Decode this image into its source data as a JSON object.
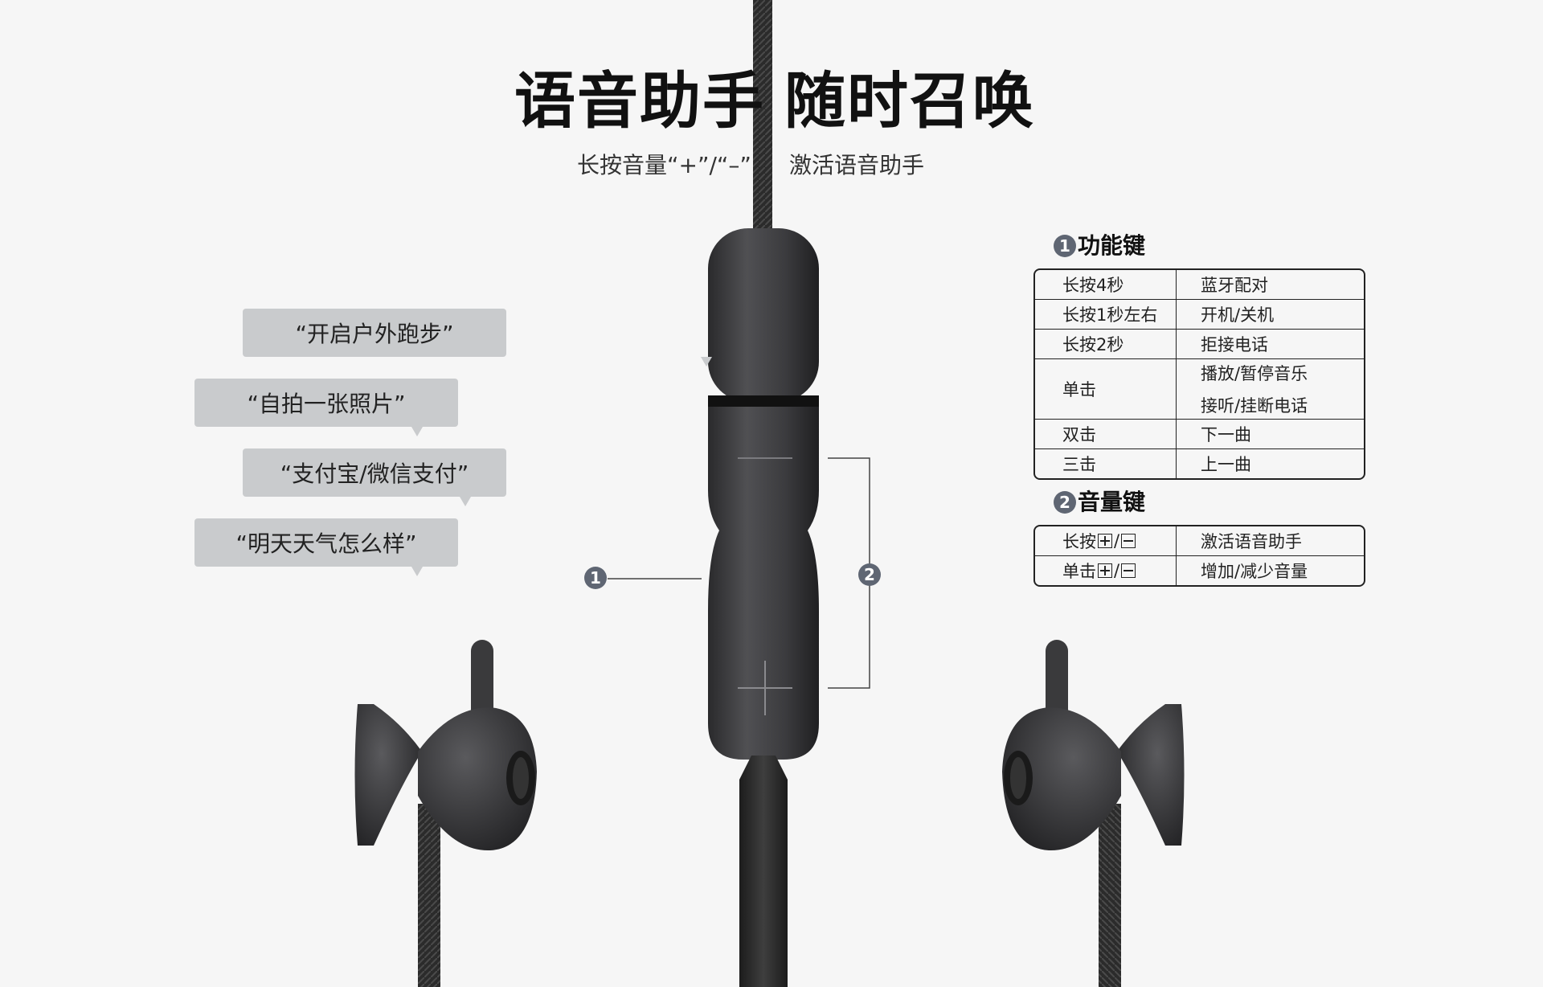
{
  "title": {
    "left": "语音助手",
    "right": "随时召唤",
    "subtitle_left": "长按音量“+”/“–”",
    "subtitle_right": "激活语音助手"
  },
  "bubbles": [
    "“开启户外跑步”",
    "“自拍一张照片”",
    "“支付宝/微信支付”",
    "“明天天气怎么样”"
  ],
  "callouts": {
    "one": "1",
    "two": "2"
  },
  "function_key": {
    "number": "1",
    "heading": "功能键",
    "rows": [
      {
        "action": "长按4秒",
        "result": [
          "蓝牙配对"
        ]
      },
      {
        "action": "长按1秒左右",
        "result": [
          "开机/关机"
        ]
      },
      {
        "action": "长按2秒",
        "result": [
          "拒接电话"
        ]
      },
      {
        "action": "单击",
        "result": [
          "播放/暂停音乐",
          "接听/挂断电话"
        ]
      },
      {
        "action": "双击",
        "result": [
          "下一曲"
        ]
      },
      {
        "action": "三击",
        "result": [
          "上一曲"
        ]
      }
    ]
  },
  "volume_key": {
    "number": "2",
    "heading": "音量键",
    "rows": [
      {
        "action_prefix": "长按",
        "sep": "/",
        "result": "激活语音助手"
      },
      {
        "action_prefix": "单击",
        "sep": "/",
        "result": "增加/减少音量"
      }
    ]
  },
  "icons": {
    "remote_minus": "minus-icon",
    "remote_plus": "plus-icon"
  }
}
